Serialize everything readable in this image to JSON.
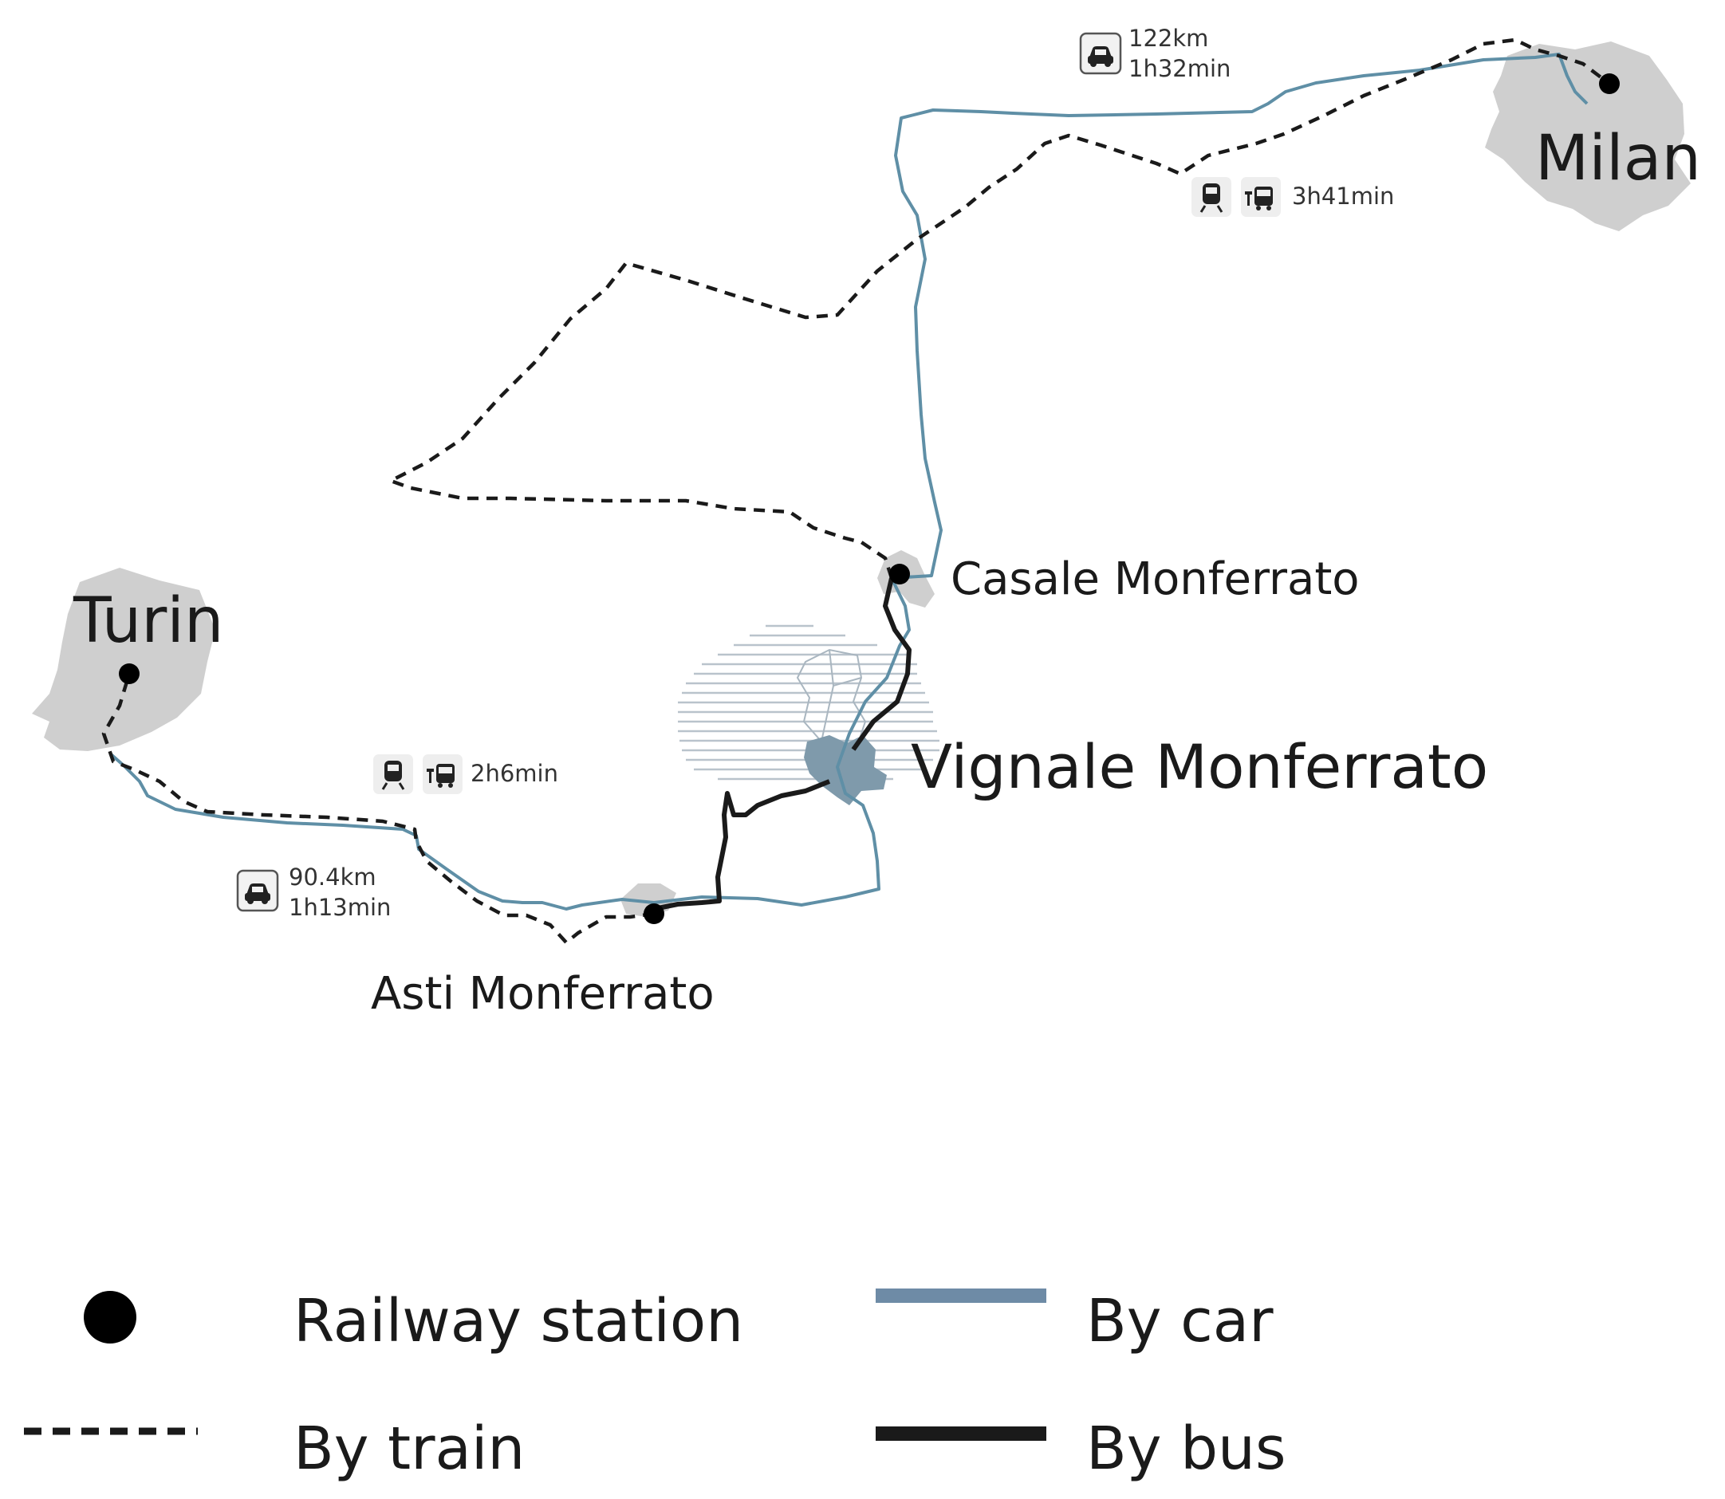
{
  "colors": {
    "car_route": "#5f8fa6",
    "car_legend": "#6e8ba6",
    "train_route": "#1a1a1a",
    "bus_route": "#1a1a1a",
    "city_fill": "#cfcfcf",
    "vignale_fill": "#7f9aab",
    "hatch": "#b9c3cc",
    "station": "#000000"
  },
  "places": {
    "milan": "Milan",
    "turin": "Turin",
    "casale": "Casale Monferrato",
    "vignale": "Vignale Monferrato",
    "asti": "Asti Monferrato"
  },
  "routes": {
    "milan": {
      "car_distance": "122km",
      "car_time": "1h32min",
      "transit_time": "3h41min",
      "icons": [
        "car-icon",
        "train-icon",
        "bus-icon"
      ]
    },
    "turin": {
      "car_distance": "90.4km",
      "car_time": "1h13min",
      "transit_time": "2h6min",
      "icons": [
        "car-icon",
        "train-icon",
        "bus-icon"
      ]
    }
  },
  "legend": {
    "station": "Railway station",
    "train": "By train",
    "car": "By car",
    "bus": "By bus"
  }
}
